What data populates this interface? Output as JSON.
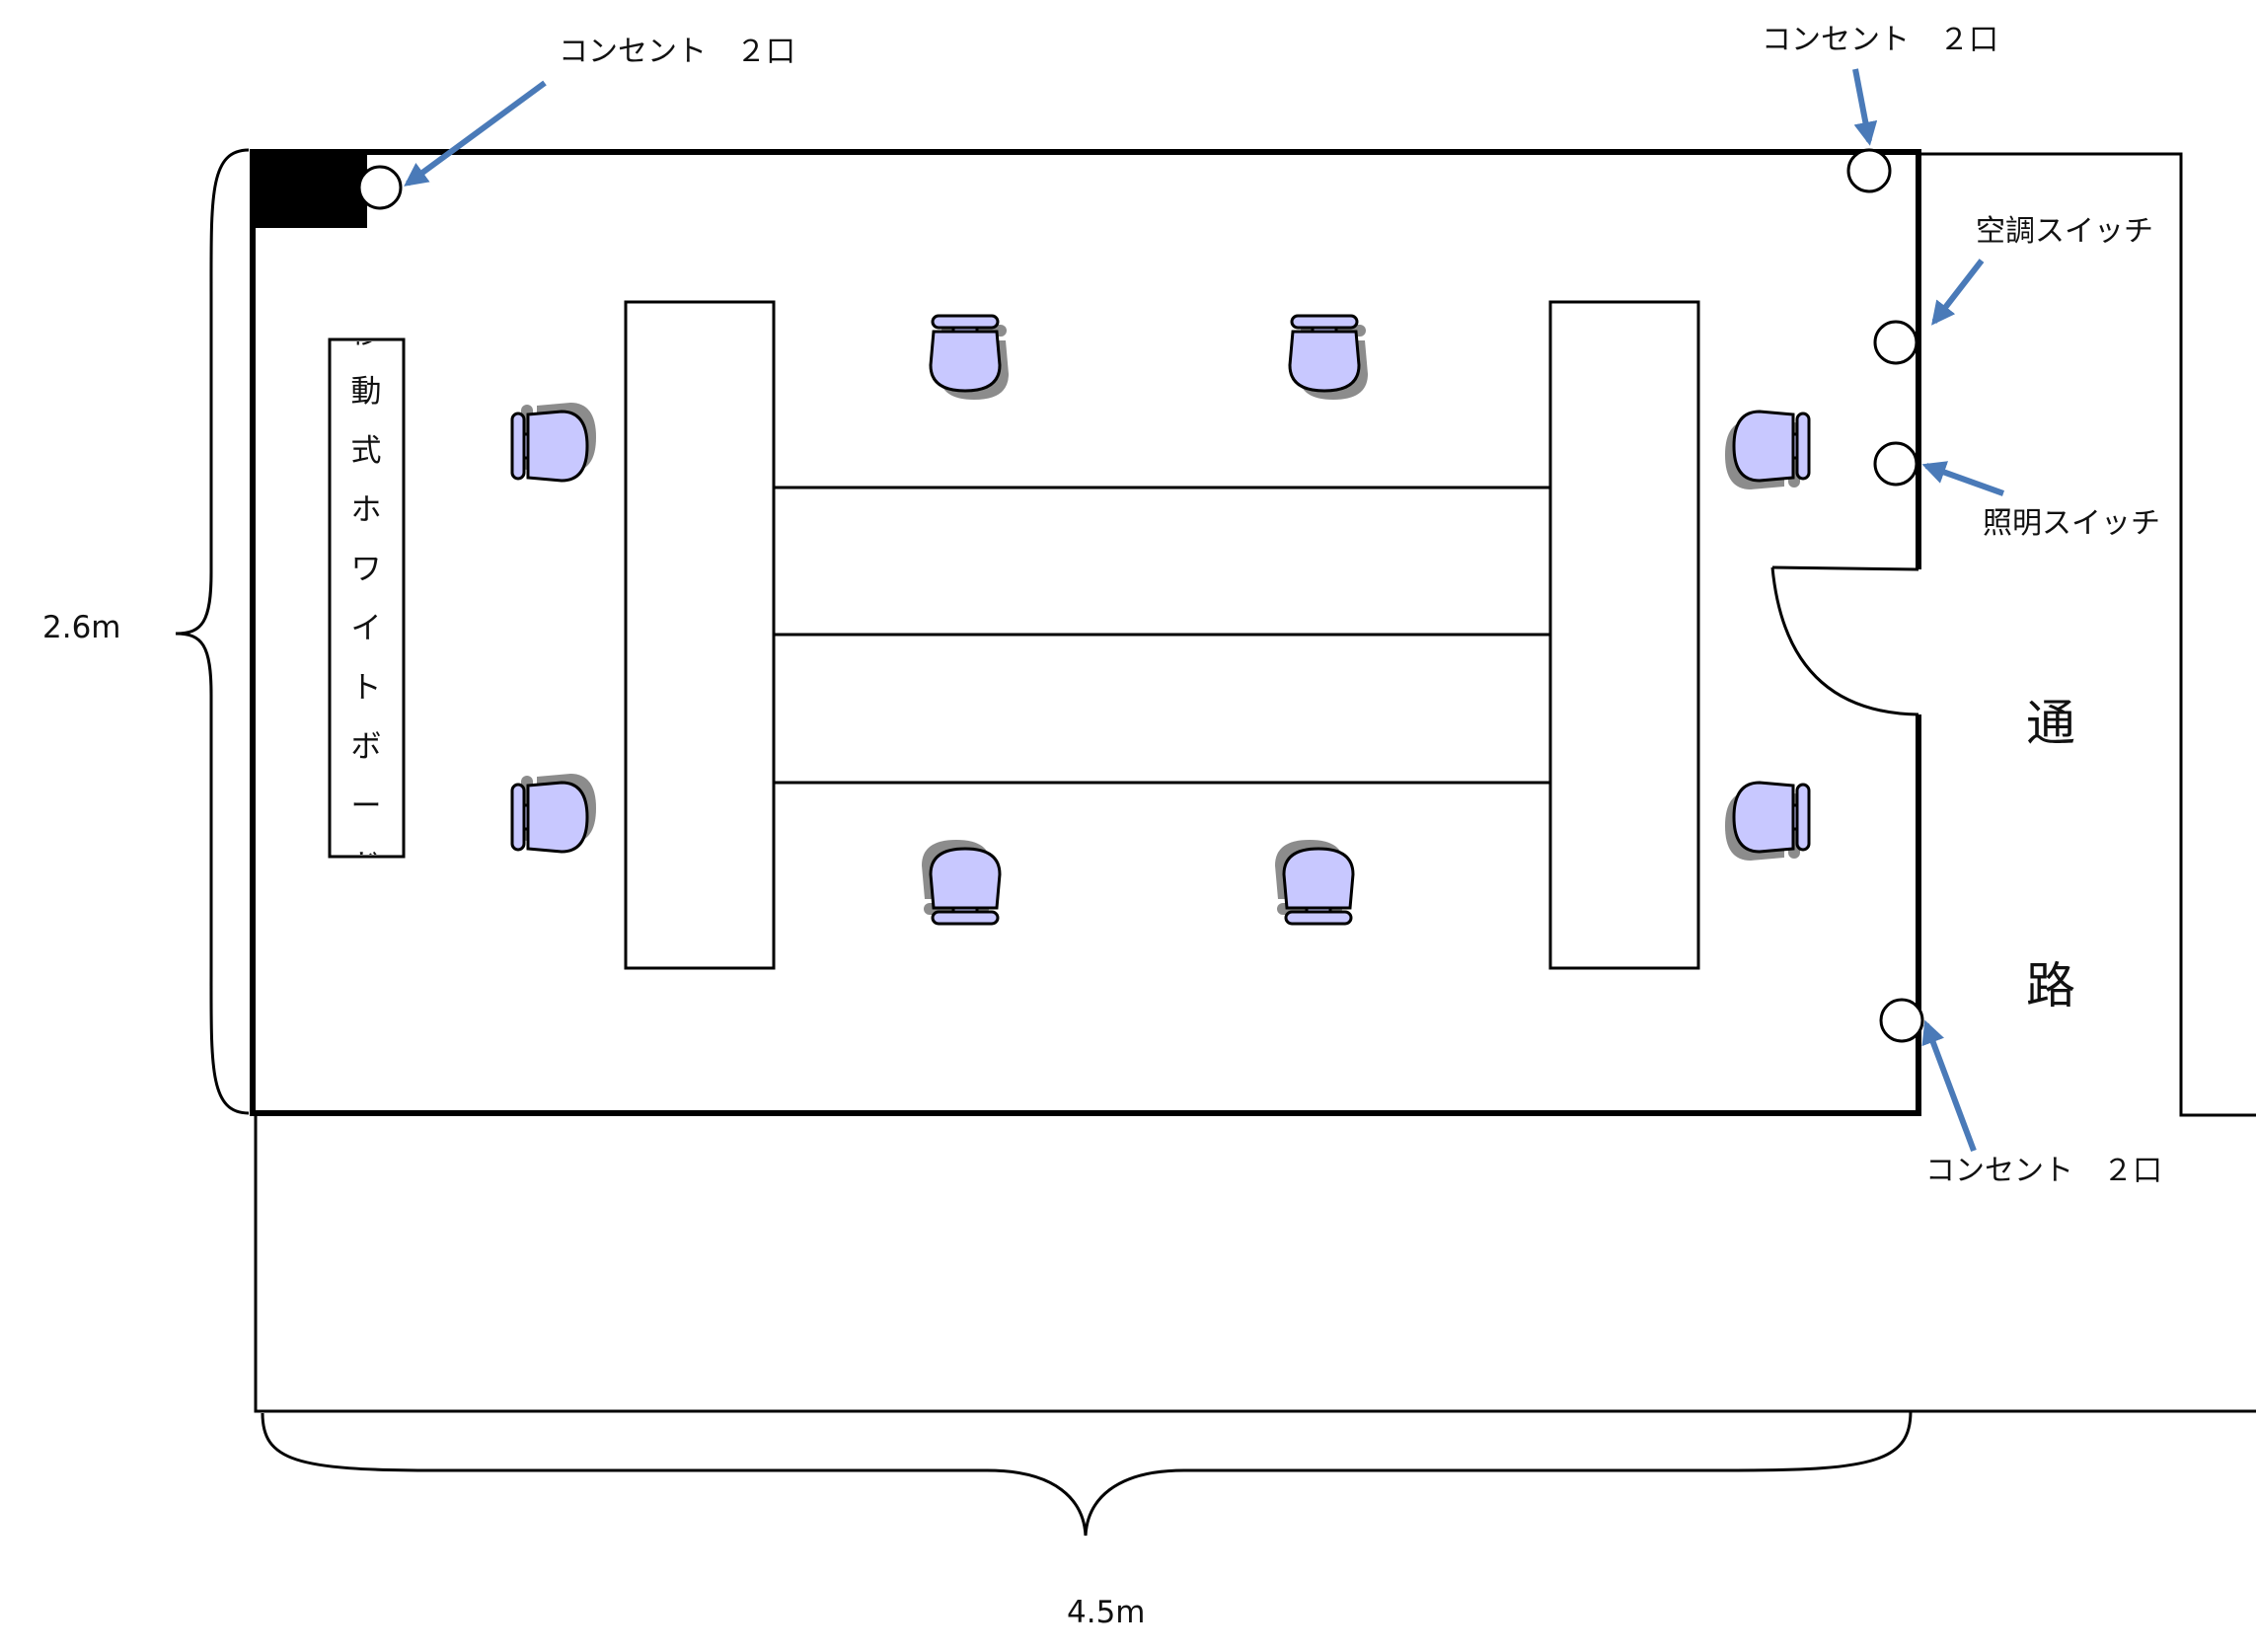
{
  "labels": {
    "outlet_top_left": "コンセント　２口",
    "outlet_top_right": "コンセント　２口",
    "outlet_bottom_right": "コンセント　２口",
    "ac_switch": "空調スイッチ",
    "light_switch": "照明スイッチ",
    "corridor_1": "通",
    "corridor_2": "路",
    "height_dimension": "2.6m",
    "width_dimension": "4.5m"
  },
  "whiteboard": {
    "chars": [
      "移",
      "動",
      "式",
      "ホ",
      "ワ",
      "イ",
      "ト",
      "ボ",
      "ー",
      "ド"
    ]
  },
  "colors": {
    "wall": "#000000",
    "arrow": "#4a7ab8",
    "chair_fill": "#c8c8ff",
    "chair_shadow": "#8c8c8c",
    "pillar": "#000000"
  }
}
